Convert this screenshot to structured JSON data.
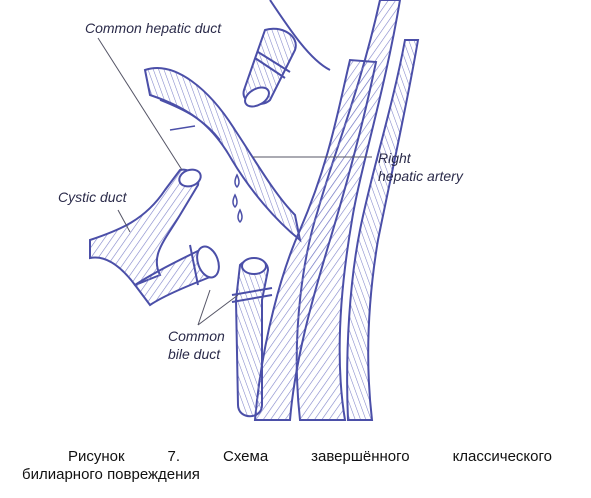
{
  "labels": {
    "common_hepatic_duct": "Common hepatic duct",
    "cystic_duct": "Cystic duct",
    "right_hepatic_artery_1": "Right",
    "right_hepatic_artery_2": "hepatic artery",
    "common_bile_duct_1": "Common",
    "common_bile_duct_2": "bile duct"
  },
  "caption": {
    "words": [
      "Рисунок",
      "7.",
      "Схема",
      "завершённого",
      "классического"
    ],
    "line2": "билиарного повреждения"
  },
  "colors": {
    "line": "#4b4fa8",
    "fill": "#e9eaf7",
    "label": "#2b2b4a",
    "leader": "#555566"
  }
}
